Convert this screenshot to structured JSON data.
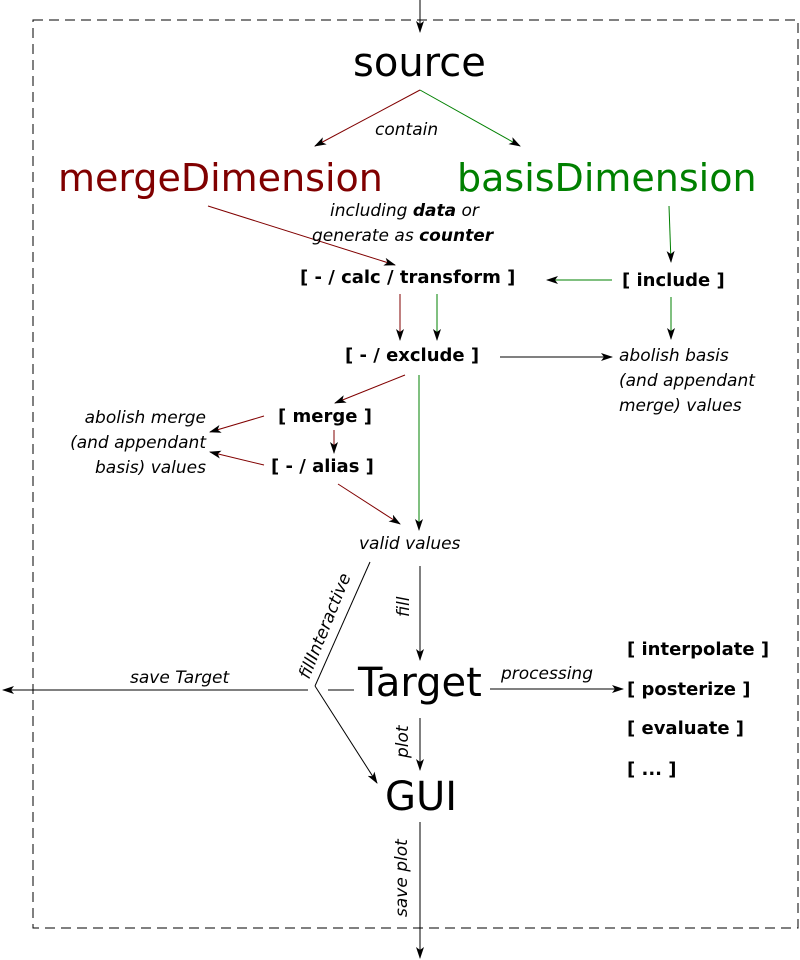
{
  "nodes": {
    "source": "source",
    "merge_dimension": "mergeDimension",
    "basis_dimension": "basisDimension",
    "calc_transform": "[ - / calc / transform ]",
    "include": "[ include ]",
    "exclude": "[ - / exclude ]",
    "merge": "[ merge ]",
    "alias": "[ - / alias ]",
    "valid_values": "valid values",
    "target": "Target",
    "gui": "GUI",
    "interpolate": "[ interpolate ]",
    "posterize": "[ posterize ]",
    "evaluate": "[ evaluate ]",
    "ellipsis": "[ ... ]"
  },
  "labels": {
    "contain": "contain",
    "including_1_pre": "including ",
    "including_1_bold": "data",
    "including_1_post": " or",
    "including_2_pre": "generate as ",
    "including_2_bold": "counter",
    "abolish_basis": [
      "abolish basis",
      "(and appendant",
      "merge) values"
    ],
    "abolish_merge": [
      "abolish merge",
      "(and appendant",
      "basis) values"
    ],
    "fill": "fill",
    "fillinteractive": "fillInteractive",
    "save_target": "save Target",
    "processing": "processing",
    "plot": "plot",
    "save_plot": "save plot"
  },
  "colors": {
    "merge": "#800000",
    "basis": "#008000",
    "neutral": "#000000"
  }
}
